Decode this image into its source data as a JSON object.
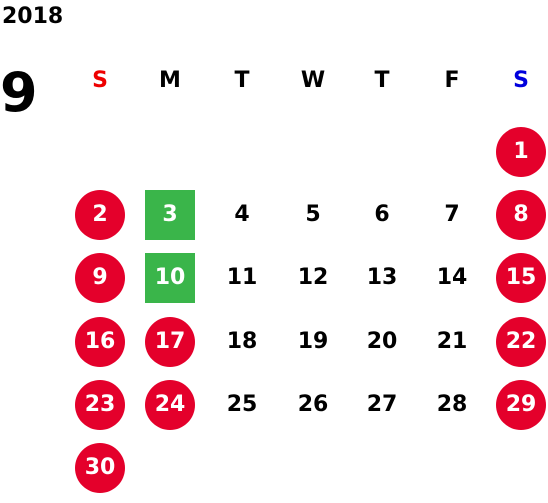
{
  "calendar": {
    "year": "2018",
    "month": "9",
    "weekdays": [
      {
        "label": "S",
        "color": "#ee0000"
      },
      {
        "label": "M",
        "color": "#000000"
      },
      {
        "label": "T",
        "color": "#000000"
      },
      {
        "label": "W",
        "color": "#000000"
      },
      {
        "label": "T",
        "color": "#000000"
      },
      {
        "label": "F",
        "color": "#000000"
      },
      {
        "label": "S",
        "color": "#0000dd"
      }
    ],
    "first_weekday_index": 6,
    "days_in_month": 30,
    "holidays": [
      1,
      2,
      8,
      9,
      15,
      16,
      17,
      22,
      23,
      24,
      29,
      30
    ],
    "highlighted": [
      3,
      10
    ],
    "colors": {
      "holiday": "#e4002b",
      "highlight": "#3ab54a",
      "text": "#000000",
      "text_on_mark": "#ffffff"
    }
  }
}
